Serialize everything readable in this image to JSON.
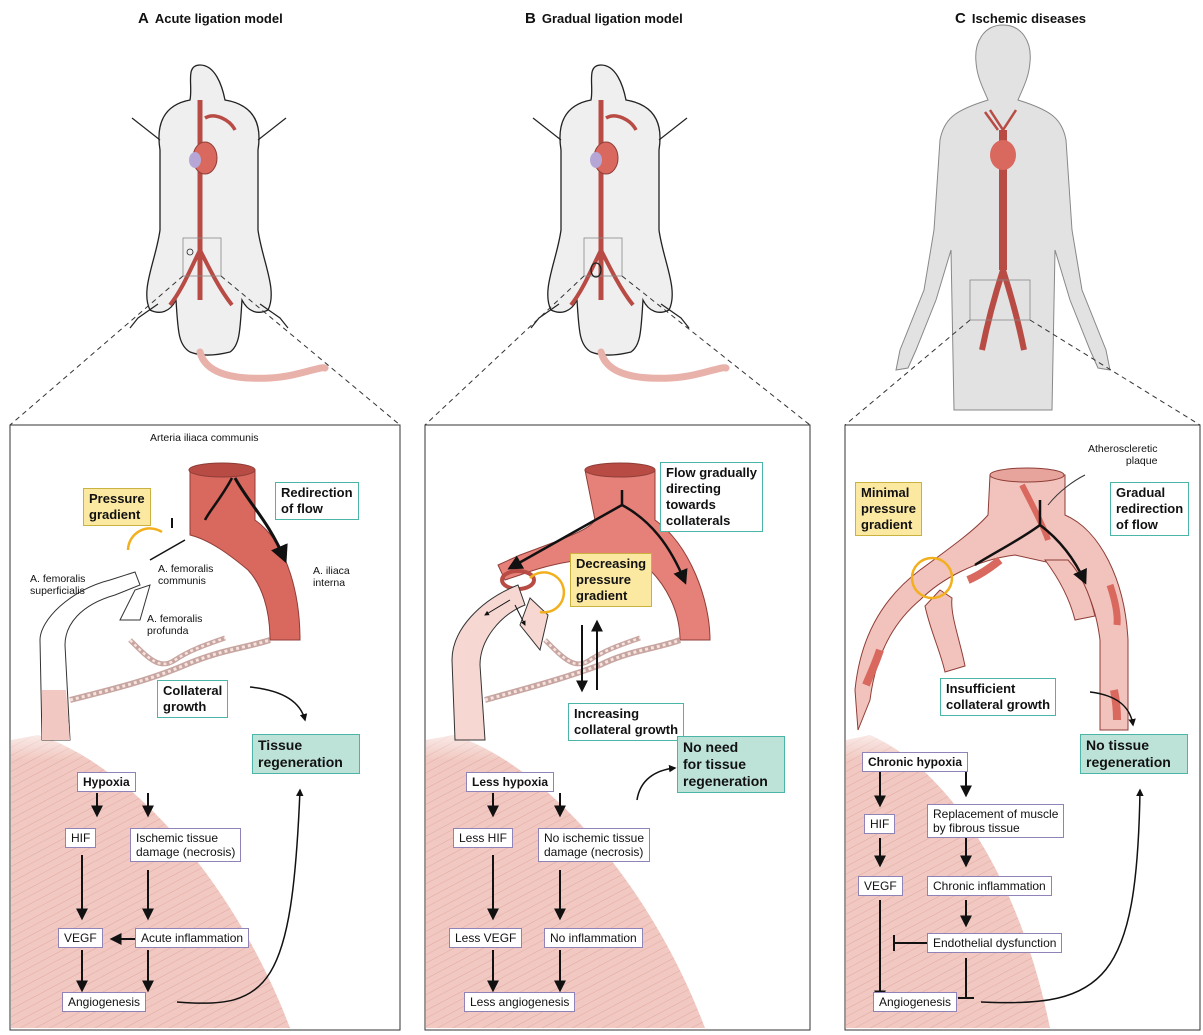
{
  "panels": {
    "a": {
      "letter": "A",
      "title": "Acute ligation model",
      "anatomy": {
        "communis": "Arteria iliaca communis",
        "superficialis_1": "A. femoralis",
        "superficialis_2": "superficialis",
        "fem_communis_1": "A. femoralis",
        "fem_communis_2": "communis",
        "profunda_1": "A. femoralis",
        "profunda_2": "profunda",
        "interna_1": "A. iliaca",
        "interna_2": "interna"
      },
      "pressure": [
        "Pressure",
        "gradient"
      ],
      "redirection": [
        "Redirection",
        "of flow"
      ],
      "collateral": [
        "Collateral",
        "growth"
      ],
      "tissue": [
        "Tissue",
        "regeneration"
      ],
      "hypoxia": "Hypoxia",
      "hif": "HIF",
      "damage": [
        "Ischemic tissue",
        "damage (necrosis)"
      ],
      "vegf": "VEGF",
      "inflammation": "Acute inflammation",
      "angiogenesis": "Angiogenesis"
    },
    "b": {
      "letter": "B",
      "title": "Gradual ligation model",
      "flow": [
        "Flow gradually",
        "directing",
        "towards",
        "collaterals"
      ],
      "pressure": [
        "Decreasing",
        "pressure",
        "gradient"
      ],
      "collateral": [
        "Increasing",
        "collateral growth"
      ],
      "tissue": [
        "No need",
        "for tissue",
        "regeneration"
      ],
      "hypoxia": "Less hypoxia",
      "hif": "Less HIF",
      "damage": [
        "No ischemic tissue",
        "damage (necrosis)"
      ],
      "vegf": "Less VEGF",
      "inflammation": "No inflammation",
      "angiogenesis": "Less angiogenesis"
    },
    "c": {
      "letter": "C",
      "title": "Ischemic diseases",
      "plaque": [
        "Atheroscleretic",
        "plaque"
      ],
      "pressure": [
        "Minimal",
        "pressure",
        "gradient"
      ],
      "redirection": [
        "Gradual",
        "redirection",
        "of flow"
      ],
      "collateral": [
        "Insufficient",
        "collateral growth"
      ],
      "tissue": [
        "No tissue",
        "regeneration"
      ],
      "hypoxia": "Chronic hypoxia",
      "hif": "HIF",
      "replacement": [
        "Replacement of muscle",
        "by fibrous tissue"
      ],
      "vegf": "VEGF",
      "inflammation": "Chronic inflammation",
      "dysfunction": "Endothelial dysfunction",
      "angiogenesis": "Angiogenesis"
    }
  },
  "colors": {
    "artery": "#d9685f",
    "artery_dark": "#b84c45",
    "artery_light": "#f4c9c3",
    "muscle": "#f1c9c2",
    "body": "#efefef",
    "teal": "#4bb5a8",
    "yellow_box": "#fbe9a1",
    "green_box": "#bde3d8",
    "purple_border": "#8f83b8",
    "ring": "#f2b01e"
  }
}
